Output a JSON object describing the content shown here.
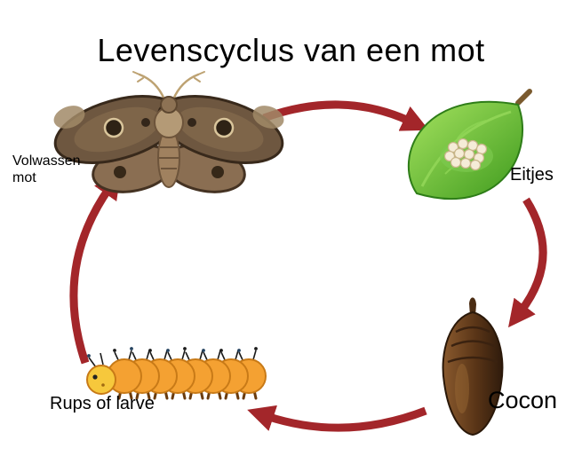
{
  "title": "Levenscyclus van een mot",
  "labels": {
    "adult_line1": "Volwassen",
    "adult_line2": "mot",
    "eggs": "Eitjes",
    "cocoon": "Cocon",
    "larva": "Rups of larve"
  },
  "cycle_order": [
    "Volwassen mot",
    "Eitjes",
    "Cocon",
    "Rups of larve"
  ],
  "colors": {
    "background": "#ffffff",
    "text": "#000000",
    "arrow": "#a3262a",
    "leaf_green": "#4aa823",
    "egg_cream": "#f5ecd7",
    "cocoon_brown": "#5a3517",
    "caterpillar_orange": "#f4a132",
    "moth_brown": "#6e5740"
  }
}
